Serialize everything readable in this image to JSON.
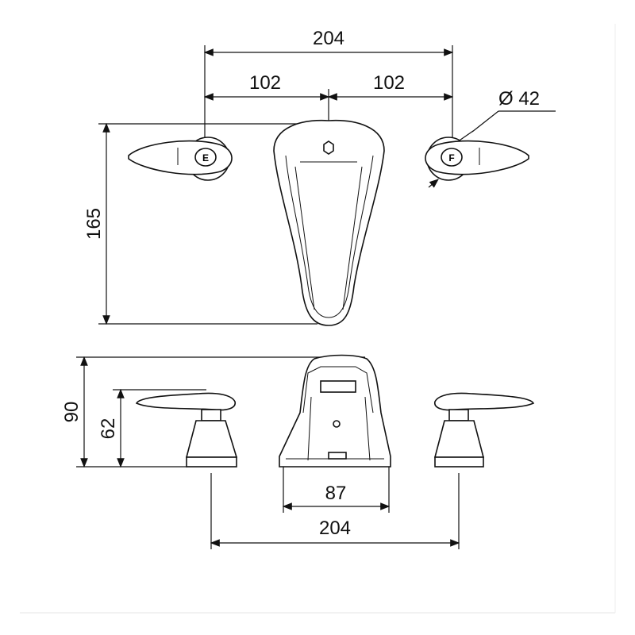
{
  "drawing": {
    "top_view": {
      "dim_overall_width": "204",
      "dim_half_left": "102",
      "dim_half_right": "102",
      "dim_diameter": "Ø 42",
      "dim_depth": "165",
      "handle_left_mark": "E",
      "handle_right_mark": "F"
    },
    "front_view": {
      "dim_total_height": "90",
      "dim_handle_height": "62",
      "dim_spout_base_width": "87",
      "dim_overall_width": "204"
    }
  }
}
